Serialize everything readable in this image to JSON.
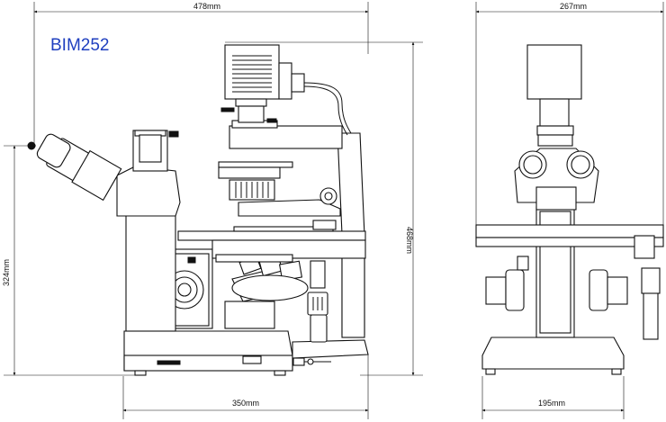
{
  "model": "BIM252",
  "dimensions": {
    "overall_width": "478mm",
    "base_width": "350mm",
    "height_eyepiece": "324mm",
    "overall_height": "468mm",
    "side_width": "267mm",
    "side_base_width": "195mm"
  }
}
